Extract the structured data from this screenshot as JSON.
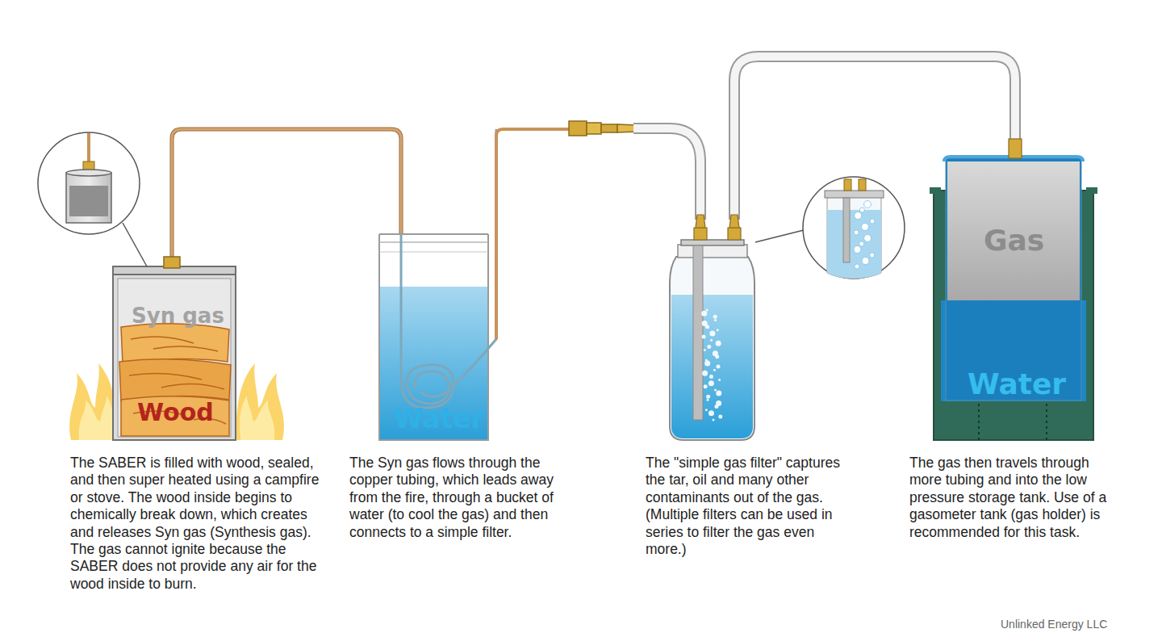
{
  "diagram": {
    "nodes": [
      {
        "text": [
          "Syn gas",
          "Wood"
        ]
      },
      {
        "text": [
          "Water"
        ]
      },
      {
        "text": [
          "Gas",
          "Water"
        ]
      }
    ],
    "edges": [
      {
        "from": 0,
        "to": 1,
        "arrow": "none"
      }
    ],
    "labels": [
      "The SABER is filled with wood, sealed, and then super heated using a campfire or stove. The wood inside begins to chemically break down, which creates and releases Syn gas (Synthesis gas). The gas cannot ignite because the SABER does not provide any air for the wood inside to burn.",
      "The Syn gas flows through the copper tubing, which leads away from the fire, through a bucket of water (to cool the gas) and then connects to a simple filter.",
      "The \"simple gas filter\" captures the tar, oil and many other contaminants out of the gas. (Multiple filters can be used in series to filter the gas even more.)",
      "The gas then travels through more tubing and into the low pressure storage tank. Use of a gasometer tank (gas holder) is recommended for this task.",
      "Unlinked Energy LLC"
    ]
  }
}
